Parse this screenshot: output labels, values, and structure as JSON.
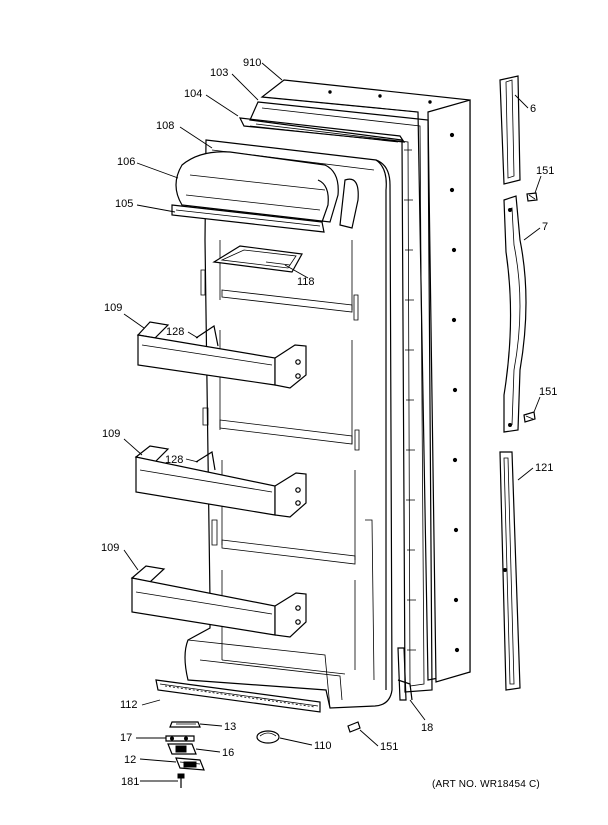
{
  "callouts": {
    "c910": "910",
    "c103": "103",
    "c104": "104",
    "c108": "108",
    "c106": "106",
    "c105": "105",
    "c118": "118",
    "c109a": "109",
    "c128a": "128",
    "c109b": "109",
    "c128b": "128",
    "c109c": "109",
    "c112": "112",
    "c13": "13",
    "c17": "17",
    "c16": "16",
    "c12": "12",
    "c181": "181",
    "c110": "110",
    "c151c": "151",
    "c18": "18",
    "c6": "6",
    "c151a": "151",
    "c7": "7",
    "c151b": "151",
    "c121": "121"
  },
  "art_number": "(ART NO. WR18454 C)"
}
